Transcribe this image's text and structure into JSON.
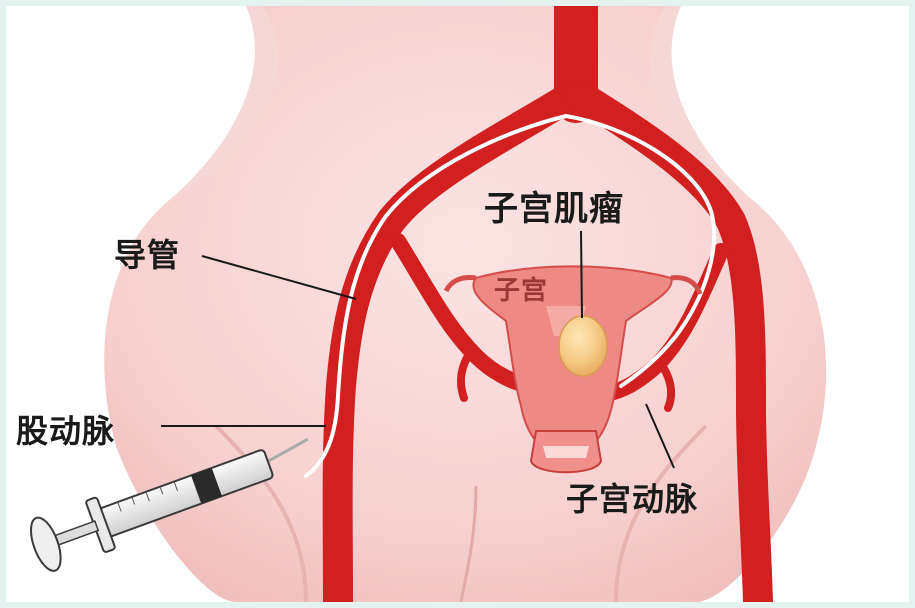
{
  "labels": {
    "fibroid": "子宫肌瘤",
    "uterus": "子宫",
    "catheter": "导管",
    "femoral_artery": "股动脉",
    "uterine_artery": "子宫动脉"
  },
  "colors": {
    "background": "#e4f3ef",
    "skin": "#f8d5d4",
    "artery": "#d21f1f",
    "uterus": "#ee8a86",
    "fibroid": "#f5c983"
  }
}
